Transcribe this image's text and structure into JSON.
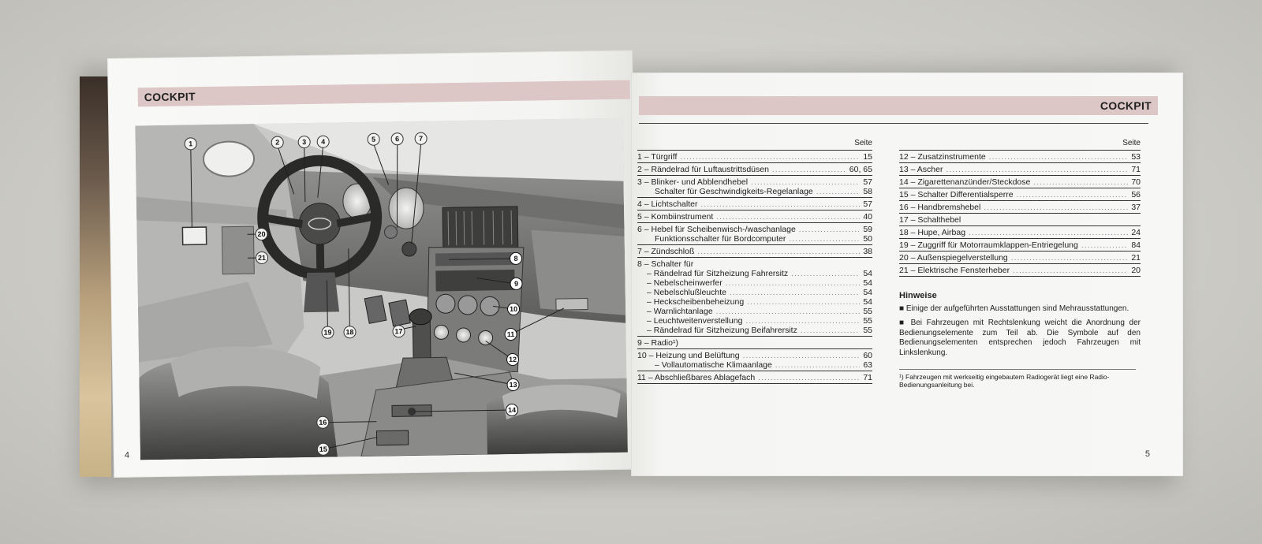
{
  "left_page": {
    "header": "COCKPIT",
    "page_number": "4",
    "callouts": [
      "1",
      "2",
      "3",
      "4",
      "5",
      "6",
      "7",
      "8",
      "9",
      "10",
      "11",
      "12",
      "13",
      "14",
      "15",
      "16",
      "17",
      "18",
      "19",
      "20",
      "21"
    ]
  },
  "right_page": {
    "header": "COCKPIT",
    "page_number": "5",
    "seite_label": "Seite",
    "left_entries": [
      {
        "label": "1 – Türgriff",
        "page": "15"
      },
      {
        "label": "2 – Rändelrad für Luftaustrittsdüsen",
        "page": "60, 65"
      },
      {
        "label": "3 – Blinker- und Abblendhebel",
        "page": "57",
        "line2": "Schalter für Geschwindigkeits-Regelanlage",
        "page2": "58"
      },
      {
        "label": "4 – Lichtschalter",
        "page": "57"
      },
      {
        "label": "5 – Kombiinstrument",
        "page": "40"
      },
      {
        "label": "6 – Hebel für Scheibenwisch-/waschanlage",
        "page": "59",
        "line2": "Funktionsschalter für Bordcomputer",
        "page2": "50"
      },
      {
        "label": "7 – Zündschloß",
        "page": "38"
      }
    ],
    "entry8": {
      "label": "8 – Schalter für",
      "subs": [
        {
          "label": "– Rändelrad für Sitzheizung Fahrersitz",
          "page": "54"
        },
        {
          "label": "– Nebelscheinwerfer",
          "page": "54"
        },
        {
          "label": "– Nebelschlußleuchte",
          "page": "54"
        },
        {
          "label": "– Heckscheibenbeheizung",
          "page": "54"
        },
        {
          "label": "– Warnlichtanlage",
          "page": "55"
        },
        {
          "label": "– Leuchtweitenverstellung",
          "page": "55"
        },
        {
          "label": "– Rändelrad für Sitzheizung Beifahrersitz",
          "page": "55"
        }
      ]
    },
    "entry9": {
      "label": "9 – Radio¹)",
      "page": ""
    },
    "entry10": {
      "label": "10 – Heizung und Belüftung",
      "page": "60",
      "line2": "– Vollautomatische Klimaanlage",
      "page2": "63"
    },
    "entry11": {
      "label": "11 – Abschließbares Ablagefach",
      "page": "71"
    },
    "right_entries": [
      {
        "label": "12 – Zusatzinstrumente",
        "page": "53"
      },
      {
        "label": "13 – Ascher",
        "page": "71"
      },
      {
        "label": "14 – Zigarettenanzünder/Steckdose",
        "page": "70"
      },
      {
        "label": "15 – Schalter Differentialsperre",
        "page": "56"
      },
      {
        "label": "16 – Handbremshebel",
        "page": "37"
      },
      {
        "label": "17 – Schalthebel",
        "page": ""
      },
      {
        "label": "18 – Hupe, Airbag",
        "page": "24"
      },
      {
        "label": "19 – Zuggriff für Motorraumklappen-Entriegelung",
        "page": "84"
      },
      {
        "label": "20 – Außenspiegelverstellung",
        "page": "21"
      },
      {
        "label": "21 – Elektrische Fensterheber",
        "page": "20"
      }
    ],
    "notes": {
      "title": "Hinweise",
      "items": [
        "■ Einige der aufgeführten Ausstattungen sind Mehrausstattungen.",
        "■ Bei Fahrzeugen mit Rechtslenkung weicht die Anordnung der Bedienungselemente zum Teil ab. Die Symbole auf den Bedienungselementen entsprechen jedoch Fahrzeugen mit Linkslenkung."
      ],
      "footnote": "¹) Fahrzeugen mit werkseitig eingebautem Radiogerät liegt eine Radio-Bedienungsanleitung bei."
    }
  }
}
